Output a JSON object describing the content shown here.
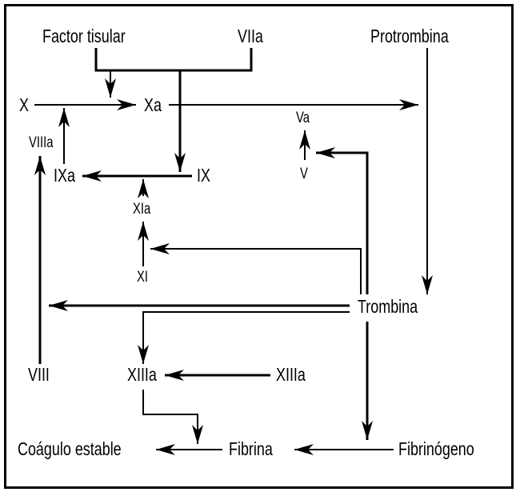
{
  "diagram": {
    "title": "Coagulation cascade",
    "nodes": {
      "factor_tisular": "Factor tisular",
      "viia": "VIIa",
      "protrombina": "Protrombina",
      "x": "X",
      "xa": "Xa",
      "va": "Va",
      "v": "V",
      "viiia": "VIIIa",
      "ixa": "IXa",
      "ix": "IX",
      "xia": "XIa",
      "xi": "XI",
      "trombina": "Trombina",
      "viii": "VIII",
      "xiiia_active": "XIIIa",
      "xiii": "XIIIa",
      "coagulo": "Coágulo estable",
      "fibrina": "Fibrina",
      "fibrinogeno": "Fibrinógeno"
    },
    "edges": [
      {
        "from": "Factor tisular + VIIa",
        "to": "X→Xa"
      },
      {
        "from": "Factor tisular + VIIa",
        "to": "IX"
      },
      {
        "from": "X",
        "to": "Xa"
      },
      {
        "from": "Xa",
        "to": "Protrombina→Trombina"
      },
      {
        "from": "Protrombina",
        "to": "Trombina"
      },
      {
        "from": "IX",
        "to": "IXa"
      },
      {
        "from": "IXa",
        "to": "X→Xa (with VIIIa)"
      },
      {
        "from": "XI",
        "to": "XIa"
      },
      {
        "from": "XIa",
        "to": "IX→IXa"
      },
      {
        "from": "V",
        "to": "Va"
      },
      {
        "from": "Trombina",
        "to": "V→Va"
      },
      {
        "from": "Trombina",
        "to": "XI→XIa"
      },
      {
        "from": "Trombina",
        "to": "VIII→VIIIa"
      },
      {
        "from": "Trombina",
        "to": "XIIIa"
      },
      {
        "from": "Trombina",
        "to": "Fibrinógeno→Fibrina"
      },
      {
        "from": "VIII",
        "to": "VIIIa"
      },
      {
        "from": "XIIIa",
        "to": "XIIIa"
      },
      {
        "from": "XIIIa",
        "to": "Fibrina→Coágulo estable"
      },
      {
        "from": "Fibrinógeno",
        "to": "Fibrina"
      },
      {
        "from": "Fibrina",
        "to": "Coágulo estable"
      }
    ]
  }
}
